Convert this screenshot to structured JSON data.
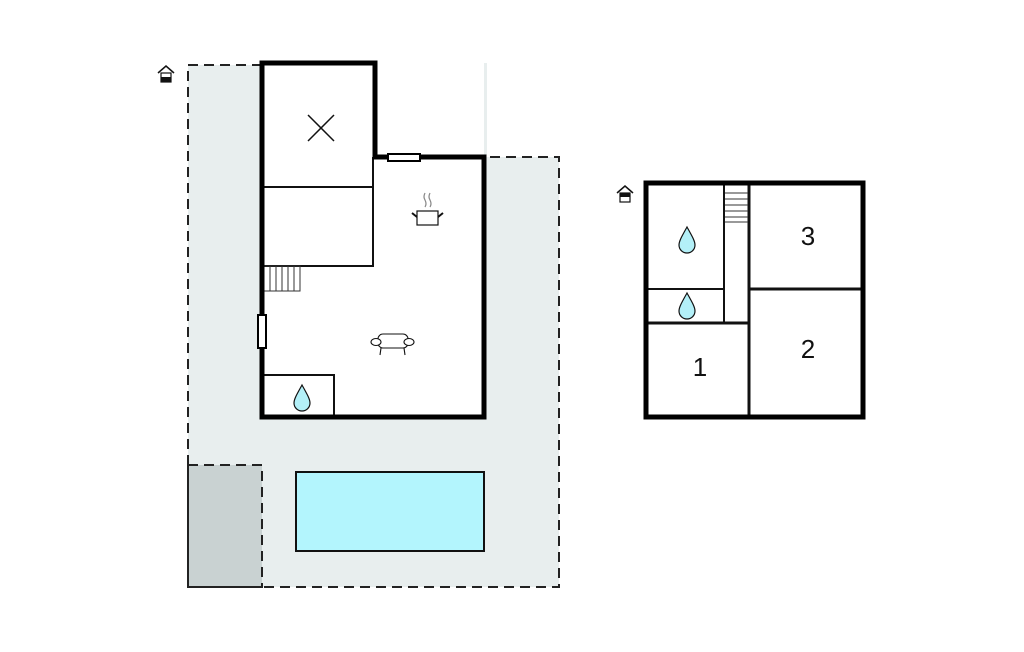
{
  "plan": {
    "ground_floor": {
      "entrance_icon": "house-entrance-icon",
      "rooms": [
        "storage",
        "room",
        "kitchen-living",
        "bathroom"
      ],
      "icons": [
        "x-mark-icon",
        "cooking-pot-icon",
        "sofa-icon",
        "water-drop-icon",
        "stairs-icon",
        "window-icon"
      ],
      "outdoor": [
        "terrace",
        "pool",
        "parking"
      ]
    },
    "upper_floor": {
      "entrance_icon": "house-entrance-icon",
      "bedrooms": [
        {
          "label": "1"
        },
        {
          "label": "2"
        },
        {
          "label": "3"
        }
      ],
      "icons": [
        "water-drop-icon",
        "water-drop-icon",
        "stairs-icon"
      ]
    }
  },
  "colors": {
    "wall": "#000000",
    "yard": "#e8eeee",
    "parking": "#c9d2d2",
    "pool": "#b3f5fd",
    "water": "#b3f0f8"
  }
}
